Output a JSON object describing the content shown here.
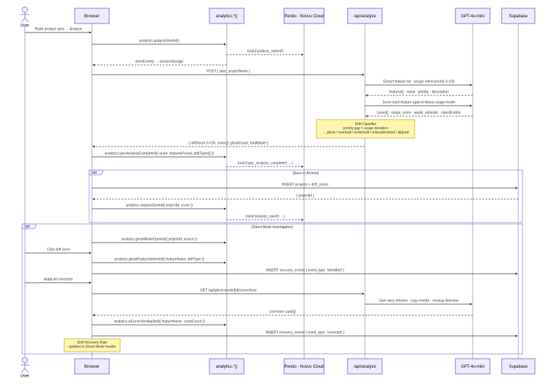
{
  "participants": [
    {
      "id": "user",
      "label": "User"
    },
    {
      "id": "browser",
      "label": "Browser"
    },
    {
      "id": "analytics",
      "label": "analytics.*()"
    },
    {
      "id": "pendo",
      "label": "Pendo · Novus Cloud"
    },
    {
      "id": "api",
      "label": "/api/analyze"
    },
    {
      "id": "gpt",
      "label": "GPT-4o-mini"
    },
    {
      "id": "supabase",
      "label": "Supabase"
    }
  ],
  "messages": [
    {
      "from": "user",
      "to": "browser",
      "text": "Paste product spec → Analyze",
      "dashed": false
    },
    {
      "from": "browser",
      "to": "analytics",
      "text": "analytics.analysisStarted()",
      "dashed": false
    },
    {
      "from": "analytics",
      "to": "pendo",
      "text": "track('analysis_started')",
      "dashed": true
    },
    {
      "from": "analytics",
      "to": "browser",
      "text": "storeEvent() → sessionStorage",
      "dashed": true
    },
    {
      "from": "browser",
      "to": "api",
      "text": "POST { spec, projectName }",
      "dashed": false
    },
    {
      "from": "api",
      "to": "gpt",
      "text": "Extract feature list · assign intent priority 0-100",
      "dashed": false
    },
    {
      "from": "gpt",
      "to": "api",
      "text": "features[] · name · priority · description",
      "dashed": true
    },
    {
      "from": "api",
      "to": "gpt",
      "text": "Score each feature against Novus usage model",
      "dashed": false
    },
    {
      "from": "gpt",
      "to": "api",
      "text": "zones[] · usage_score · waste_estimate · classification",
      "dashed": true
    },
    {
      "from": "api",
      "to": "browser",
      "text": "{ driftScore 0-100, zones[], ghostCount, totalWaste }",
      "dashed": true
    },
    {
      "from": "browser",
      "to": "analytics",
      "text": "analytics.specAnalysisCompleted({ score, featuresFound, driftTypes[] })",
      "dashed": false
    },
    {
      "from": "analytics",
      "to": "pendo",
      "text": "track('spec_analysis_completed', ...)",
      "dashed": true
    },
    {
      "from": "browser",
      "to": "supabase",
      "text": "INSERT projects + drift_zones",
      "dashed": false
    },
    {
      "from": "supabase",
      "to": "browser",
      "text": "{ projectId }",
      "dashed": true
    },
    {
      "from": "browser",
      "to": "analytics",
      "text": "analytics.analysisSaved({ projectId, score })",
      "dashed": false
    },
    {
      "from": "analytics",
      "to": "pendo",
      "text": "track('analysis_saved', ...)",
      "dashed": true
    },
    {
      "from": "browser",
      "to": "analytics",
      "text": "analytics.ghostModeOpened({ projectId, source })",
      "dashed": false
    },
    {
      "from": "user",
      "to": "browser",
      "text": "Click drift zone",
      "dashed": false
    },
    {
      "from": "browser",
      "to": "analytics",
      "text": "analytics.ghostFeatureSelected({ featureName, driftType })",
      "dashed": false
    },
    {
      "from": "browser",
      "to": "supabase",
      "text": "INSERT recovery_events { event_type: 'identified' }",
      "dashed": false
    },
    {
      "from": "user",
      "to": "browser",
      "text": "Apply AI correction",
      "dashed": false
    },
    {
      "from": "browser",
      "to": "api",
      "text": "GET /api/ghost-mode/[id]/corrections",
      "dashed": false
    },
    {
      "from": "api",
      "to": "gpt",
      "text": "User story reframe · copy rewrite · mockup direction",
      "dashed": false
    },
    {
      "from": "gpt",
      "to": "browser",
      "text": "correction cards[]",
      "dashed": true
    },
    {
      "from": "browser",
      "to": "analytics",
      "text": "analytics.aiCorrectionApplied({ featureName, cardsCount })",
      "dashed": false
    },
    {
      "from": "browser",
      "to": "supabase",
      "text": "INSERT recovery_events { event_type: 'corrected' }",
      "dashed": false
    }
  ],
  "notes": [
    {
      "lines": [
        "Drift Classifier",
        "priority gap = usage deviation",
        "→ ghost / overbuilt / underbuilt / misunderstood / aligned"
      ]
    },
    {
      "lines": [
        "Drift Recovery Rate",
        "updates in Ghost Mode header"
      ]
    }
  ],
  "fragments": [
    {
      "keyword": "opt",
      "title": "[Save to Archive]"
    },
    {
      "keyword": "opt",
      "title": "[Ghost Mode Investigation]"
    }
  ]
}
